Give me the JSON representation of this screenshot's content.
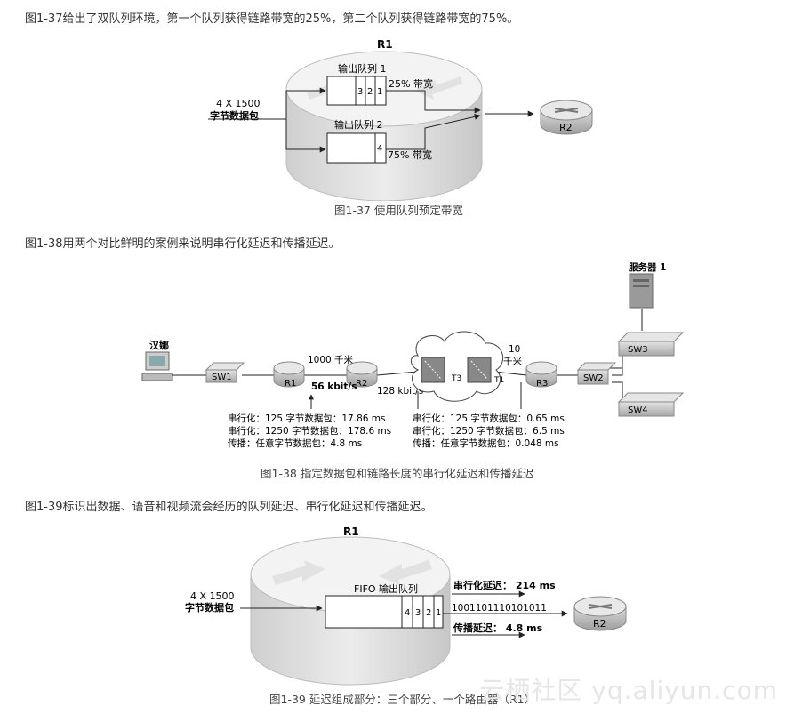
{
  "paragraphs": {
    "p1": "图1-37给出了双队列环境，第一个队列获得链路带宽的25%，第二个队列获得链路带宽的75%。",
    "p2": "图1-38用两个对比鲜明的案例来说明串行化延迟和传播延迟。",
    "p3": "图1-39标识出数据、语音和视频流会经历的队列延迟、串行化延迟和传播延迟。"
  },
  "fig37": {
    "caption": "图1-37   使用队列预定带宽",
    "router_label": "R1",
    "input_line1": "4 X 1500",
    "input_line2": "字节数据包",
    "queue1_label": "输出队列 1",
    "queue1_cells": [
      "3",
      "2",
      "1"
    ],
    "queue1_bw": "25% 带宽",
    "queue2_label": "输出队列 2",
    "queue2_cells": [
      "4"
    ],
    "queue2_bw": "75% 带宽",
    "dest_router": "R2"
  },
  "fig38": {
    "caption": "图1-38   指定数据包和链路长度的串行化延迟和传播延迟",
    "server_label": "服务器 1",
    "host_label": "汉娜",
    "sw1": "SW1",
    "r1": "R1",
    "r2": "R2",
    "r3": "R3",
    "sw2": "SW2",
    "sw3": "SW3",
    "sw4": "SW4",
    "t1": "T1",
    "t3": "T3",
    "dist1": "1000 千米",
    "dist2_line1": "10",
    "dist2_line2": "千米",
    "link1_speed": "56 kbit/s",
    "link2_speed": "128 kbit/s",
    "left_stats": [
      "串行化：125 字节数据包：17.86 ms",
      "串行化：1250 字节数据包：178.6 ms",
      "传播：任意字节数据包：4.8 ms"
    ],
    "right_stats": [
      "串行化：125 字节数据包：0.65 ms",
      "串行化：1250 字节数据包：6.5 ms",
      "传播：任意字节数据包：0.048 ms"
    ]
  },
  "fig39": {
    "caption": "图1-39   延迟组成部分：三个部分、一个路由器（R1）",
    "router_label": "R1",
    "input_line1": "4 X 1500",
    "input_line2": "字节数据包",
    "queue_label": "FIFO 输出队列",
    "queue_cells": [
      "4",
      "3",
      "2",
      "1"
    ],
    "serial_delay": "串行化延迟：  214 ms",
    "bits": "1001101110101011",
    "prop_delay": "传播延迟：  4.8 ms",
    "dest_router": "R2"
  },
  "watermark": "云栖社区 yq.aliyun.com"
}
